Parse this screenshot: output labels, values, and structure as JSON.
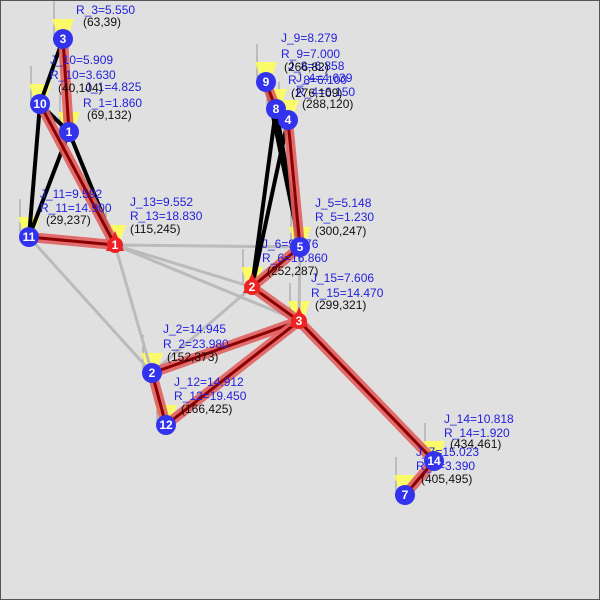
{
  "colors": {
    "background": "#e0e0e0",
    "border": "#555555",
    "node_blue": "#3333ee",
    "node_red": "#ee2222",
    "edge_black": "#000000",
    "edge_gray": "#bbbbbb",
    "edge_red_outer": "#e06060",
    "edge_red_inner": "#8b0000",
    "cone_yellow": "#ffff55",
    "text_blue": "#2222dd",
    "text_black": "#111111"
  },
  "nodes": [
    {
      "id": "1",
      "color": "blue",
      "coord": "(69,132)",
      "j": "J_1=4.825",
      "r": "R_1=1.860"
    },
    {
      "id": "2",
      "color": "blue",
      "coord": "(152,373)",
      "j": "J_2=14.945",
      "r": "R_2=23.980"
    },
    {
      "id": "3",
      "color": "blue",
      "coord": "(63,39)",
      "j": "",
      "r": "R_3=5.550"
    },
    {
      "id": "4",
      "color": "blue",
      "coord": "(288,120)",
      "j": "J_4=4.639",
      "r": "R_4=6.150"
    },
    {
      "id": "5",
      "color": "blue",
      "coord": "(300,247)",
      "j": "J_5=5.148",
      "r": "R_5=1.230"
    },
    {
      "id": "6",
      "color": "red",
      "coord": "(252,287)",
      "j": "J_6=9.576",
      "r": "R_6=16.860"
    },
    {
      "id": "7",
      "color": "blue",
      "coord": "(405,495)",
      "j": "J_7=15.023",
      "r": "R_7=3.390"
    },
    {
      "id": "8",
      "color": "blue",
      "coord": "(276,109)",
      "j": "J_8=6.858",
      "r": "R_8=6.100"
    },
    {
      "id": "9",
      "color": "blue",
      "coord": "(266,82)",
      "j": "J_9=8.279",
      "r": "R_9=7.000"
    },
    {
      "id": "10",
      "color": "blue",
      "coord": "(40,104)",
      "j": "J_10=5.909",
      "r": "R_10=3.630"
    },
    {
      "id": "11",
      "color": "blue",
      "coord": "(29,237)",
      "j": "J_11=9.592",
      "r": "R_11=14.900"
    },
    {
      "id": "12",
      "color": "blue",
      "coord": "(166,425)",
      "j": "J_12=14.912",
      "r": "R_12=19.450"
    },
    {
      "id": "13",
      "color": "red",
      "coord": "(115,245)",
      "j": "J_13=9.552",
      "r": "R_13=18.830"
    },
    {
      "id": "14",
      "color": "blue",
      "coord": "(434,461)",
      "j": "J_14=10.818",
      "r": "R_14=1.920"
    },
    {
      "id": "15",
      "color": "red",
      "coord": "(299,321)",
      "j": "J_15=7.606",
      "r": "R_15=14.470"
    }
  ],
  "red_node_labels": {
    "6": "2",
    "13": "1",
    "15": "3"
  },
  "edges": {
    "black": [
      [
        "3",
        "10"
      ],
      [
        "10",
        "1"
      ],
      [
        "10",
        "11"
      ],
      [
        "1",
        "11"
      ],
      [
        "1",
        "13"
      ],
      [
        "9",
        "5"
      ],
      [
        "8",
        "5"
      ],
      [
        "8",
        "6"
      ],
      [
        "4",
        "6"
      ]
    ],
    "gray": [
      [
        "11",
        "13"
      ],
      [
        "11",
        "2"
      ],
      [
        "13",
        "6"
      ],
      [
        "13",
        "15"
      ],
      [
        "13",
        "2"
      ],
      [
        "6",
        "2"
      ],
      [
        "6",
        "15"
      ],
      [
        "5",
        "15"
      ],
      [
        "2",
        "15"
      ],
      [
        "13",
        "5"
      ]
    ],
    "red": [
      [
        "3",
        "1"
      ],
      [
        "10",
        "13"
      ],
      [
        "11",
        "13"
      ],
      [
        "9",
        "8"
      ],
      [
        "8",
        "4"
      ],
      [
        "4",
        "5"
      ],
      [
        "5",
        "6"
      ],
      [
        "6",
        "15"
      ],
      [
        "15",
        "2"
      ],
      [
        "15",
        "12"
      ],
      [
        "2",
        "12"
      ],
      [
        "15",
        "14"
      ],
      [
        "14",
        "7"
      ]
    ]
  }
}
